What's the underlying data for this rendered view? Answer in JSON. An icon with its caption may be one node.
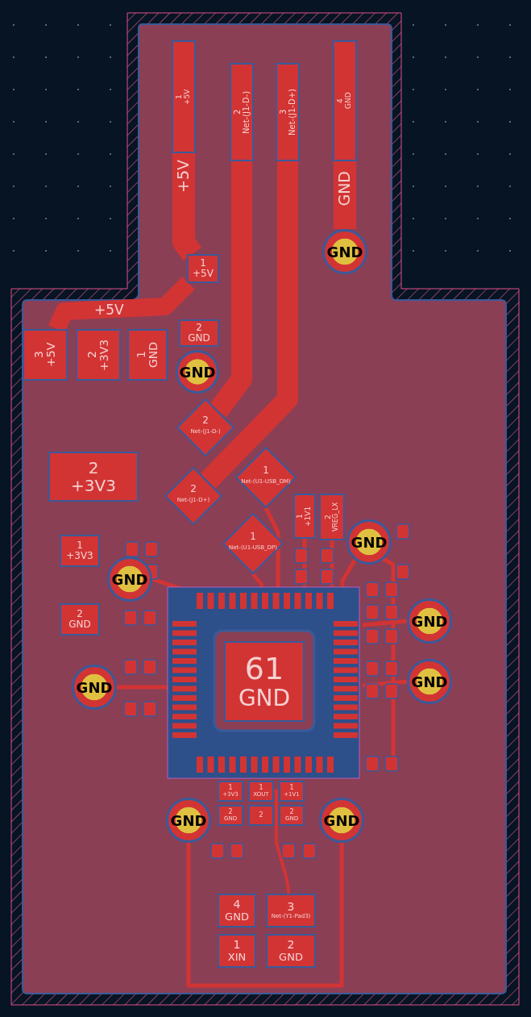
{
  "diagram": {
    "nodes": [
      {
        "text": [
          "1",
          "+5V"
        ]
      },
      {
        "text": [
          "2",
          "Net-(J1-D-)"
        ]
      },
      {
        "text": [
          "3",
          "Net-(J1-D+)"
        ]
      },
      {
        "text": [
          "4",
          "GND"
        ]
      },
      {
        "text": [
          "GND"
        ]
      },
      {
        "text": [
          "1",
          "+5V"
        ]
      },
      {
        "text": [
          "2",
          "GND"
        ]
      },
      {
        "text": [
          "GND"
        ]
      },
      {
        "text": [
          "3",
          "+5V"
        ]
      },
      {
        "text": [
          "2",
          "+3V3"
        ]
      },
      {
        "text": [
          "1",
          "GND"
        ]
      },
      {
        "text": [
          "2",
          "Net-(J1-D-)"
        ]
      },
      {
        "text": [
          "2",
          "Net-(J1-D+)"
        ]
      },
      {
        "text": [
          "1",
          "Net-(U1-USB_DM)"
        ]
      },
      {
        "text": [
          "1",
          "Net-(U1-USB_DP)"
        ]
      },
      {
        "text": [
          "2",
          "+3V3"
        ]
      },
      {
        "text": [
          "1",
          "+1V1"
        ]
      },
      {
        "text": [
          "2",
          "VREG_LX"
        ]
      },
      {
        "text": [
          "GND"
        ]
      },
      {
        "text": [
          "1",
          "+3V3"
        ]
      },
      {
        "text": [
          "2",
          "GND"
        ]
      },
      {
        "text": [
          "GND"
        ]
      },
      {
        "text": [
          "GND"
        ]
      },
      {
        "text": [
          "GND"
        ]
      },
      {
        "text": [
          "GND"
        ]
      },
      {
        "text": [
          "61",
          "GND"
        ]
      },
      {
        "text": [
          "GND"
        ]
      },
      {
        "text": [
          "GND"
        ]
      },
      {
        "text": [
          "4",
          "GND"
        ]
      },
      {
        "text": [
          "3",
          "Net-(Y1-Pad3)"
        ]
      },
      {
        "text": [
          "1",
          "XIN"
        ]
      },
      {
        "text": [
          "2",
          "GND"
        ]
      },
      {
        "text": [
          "1",
          "+3V3"
        ]
      },
      {
        "text": [
          "1",
          "XOUT"
        ]
      },
      {
        "text": [
          "1",
          "+1V1"
        ]
      },
      {
        "text": [
          "2",
          "GND"
        ]
      },
      {
        "text": [
          "2"
        ]
      },
      {
        "text": [
          "2",
          "GND"
        ]
      }
    ],
    "edges": [
      {
        "from": 0,
        "to": 5,
        "arrow": "none"
      },
      {
        "from": 5,
        "to": 8,
        "arrow": "none"
      },
      {
        "from": 1,
        "to": 11,
        "arrow": "none"
      },
      {
        "from": 2,
        "to": 12,
        "arrow": "none"
      },
      {
        "from": 3,
        "to": 4,
        "arrow": "none"
      },
      {
        "from": 26,
        "to": 27,
        "arrow": "none"
      },
      {
        "from": 33,
        "to": 29,
        "arrow": "none"
      }
    ],
    "labels": [
      "+5V",
      "GND",
      "+5V"
    ]
  }
}
